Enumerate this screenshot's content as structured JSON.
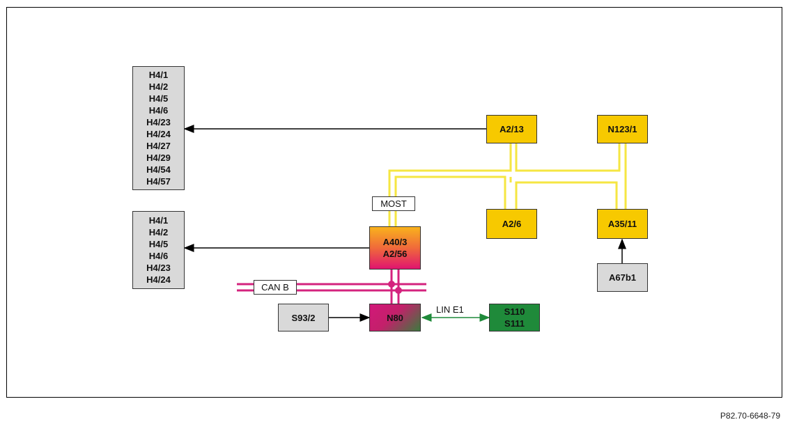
{
  "boxes": {
    "h4_top": [
      "H4/1",
      "H4/2",
      "H4/5",
      "H4/6",
      "H4/23",
      "H4/24",
      "H4/27",
      "H4/29",
      "H4/54",
      "H4/57"
    ],
    "h4_bottom": [
      "H4/1",
      "H4/2",
      "H4/5",
      "H4/6",
      "H4/23",
      "H4/24"
    ],
    "a2_13": "A2/13",
    "n123_1": "N123/1",
    "a2_6": "A2/6",
    "a35_11": "A35/11",
    "a40_3": "A40/3",
    "a2_56": "A2/56",
    "a67b1": "A67b1",
    "s93_2": "S93/2",
    "n80": "N80",
    "s110": "S110",
    "s111": "S111"
  },
  "labels": {
    "most": "MOST",
    "can_b": "CAN B",
    "lin_e1": "LIN E1"
  },
  "reference": "P82.70-6648-79",
  "colors": {
    "most_bus": "#f5e642",
    "can_bus": "#d4237e",
    "lin_bus": "#1f8a3a",
    "module_yellow": "#f7c900",
    "module_grey": "#d9d9d9"
  }
}
